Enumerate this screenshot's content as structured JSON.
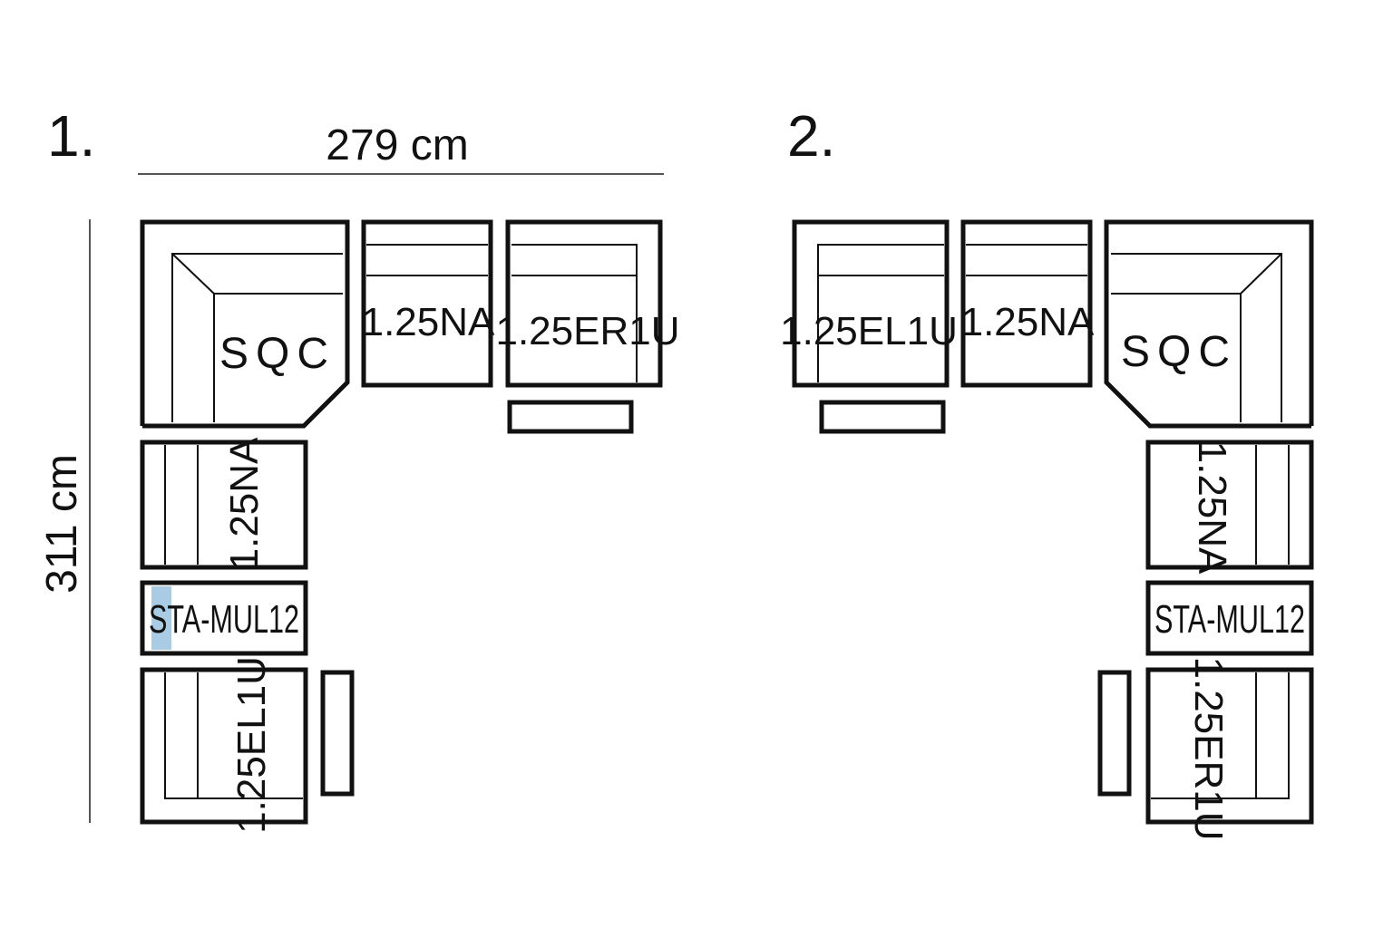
{
  "layouts": [
    {
      "number": "1.",
      "width": "279 cm",
      "depth": "311 cm",
      "modules": {
        "corner": "SQC",
        "top_middle": "1.25NA",
        "top_end": "1.25ER1U",
        "side_upper": "1.25NA",
        "side_middle": "STA-MUL12",
        "side_end": "1.25EL1U"
      }
    },
    {
      "number": "2.",
      "modules": {
        "corner": "SQC",
        "top_middle": "1.25NA",
        "top_end": "1.25EL1U",
        "side_upper": "1.25NA",
        "side_middle": "STA-MUL12",
        "side_end": "1.25ER1U"
      }
    }
  ],
  "highlight_color": "#a9cbe3"
}
